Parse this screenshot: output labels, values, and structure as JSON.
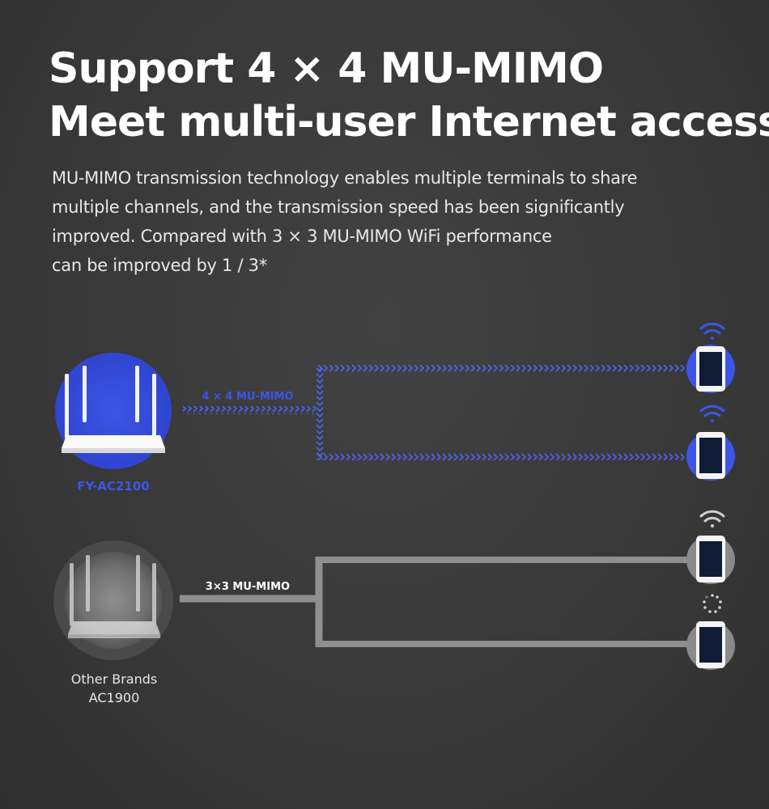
{
  "headline": {
    "line1": "Support 4 × 4 MU-MIMO",
    "line2": "Meet multi-user Internet access"
  },
  "description": {
    "line1": "MU-MIMO transmission technology enables multiple terminals to share",
    "line2": "multiple channels, and the transmission speed has been significantly",
    "line3": "improved. Compared with 3 × 3 MU-MIMO WiFi performance",
    "line4": "can be improved by 1 / 3*"
  },
  "diagram": {
    "top": {
      "link_label": "4 × 4 MU-MIMO",
      "router_name": "FY-AC2100",
      "accent_color": "#3d55e6",
      "devices": [
        "wifi-connected",
        "wifi-connected"
      ]
    },
    "bottom": {
      "link_label": "3×3 MU-MIMO",
      "router_name_line1": "Other Brands",
      "router_name_line2": "AC1900",
      "accent_color": "#9a9a9a",
      "devices": [
        "wifi-connected",
        "loading"
      ]
    }
  },
  "colors": {
    "background": "#3a3a3b",
    "blue": "#3d55e6",
    "grey": "#9a9a9a"
  }
}
